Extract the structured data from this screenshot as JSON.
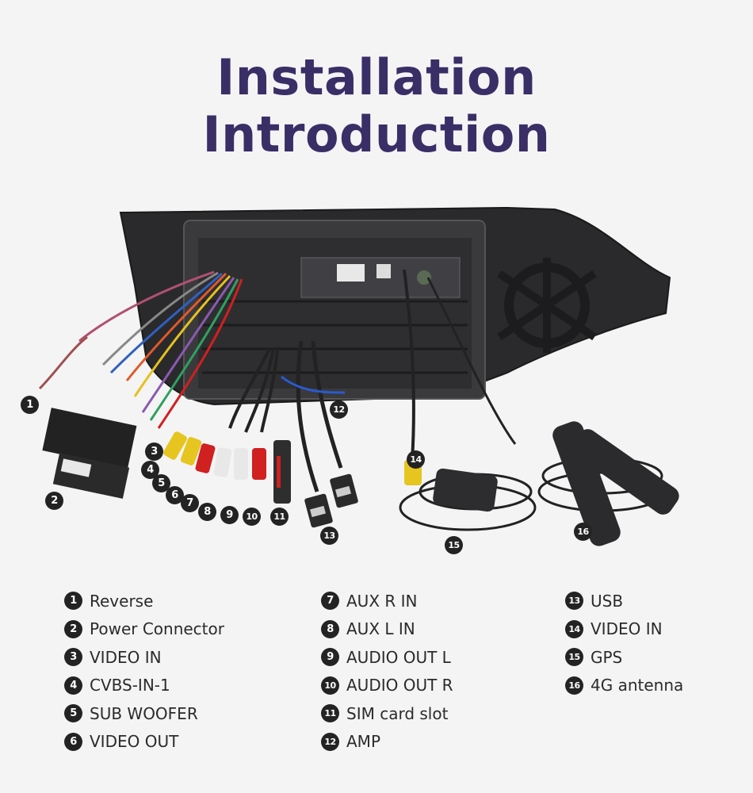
{
  "title": {
    "line1": "Installation",
    "line2": "Introduction"
  },
  "callouts": [
    "1",
    "2",
    "3",
    "4",
    "5",
    "6",
    "7",
    "8",
    "9",
    "10",
    "11",
    "12",
    "13",
    "14",
    "15",
    "16"
  ],
  "legend": {
    "column1": [
      {
        "num": "1",
        "label": "Reverse"
      },
      {
        "num": "2",
        "label": "Power Connector"
      },
      {
        "num": "3",
        "label": "VIDEO IN"
      },
      {
        "num": "4",
        "label": "CVBS-IN-1"
      },
      {
        "num": "5",
        "label": "SUB WOOFER"
      },
      {
        "num": "6",
        "label": "VIDEO OUT"
      }
    ],
    "column2": [
      {
        "num": "7",
        "label": "AUX R IN"
      },
      {
        "num": "8",
        "label": "AUX L IN"
      },
      {
        "num": "9",
        "label": "AUDIO OUT L"
      },
      {
        "num": "10",
        "label": "AUDIO OUT R"
      },
      {
        "num": "11",
        "label": "SIM card slot"
      },
      {
        "num": "12",
        "label": "AMP"
      }
    ],
    "column3": [
      {
        "num": "13",
        "label": "USB"
      },
      {
        "num": "14",
        "label": "VIDEO IN"
      },
      {
        "num": "15",
        "label": "GPS"
      },
      {
        "num": "16",
        "label": "4G antenna"
      }
    ]
  },
  "colors": {
    "title": "#3a2e66",
    "badge": "#232323",
    "background": "#f4f4f5"
  }
}
